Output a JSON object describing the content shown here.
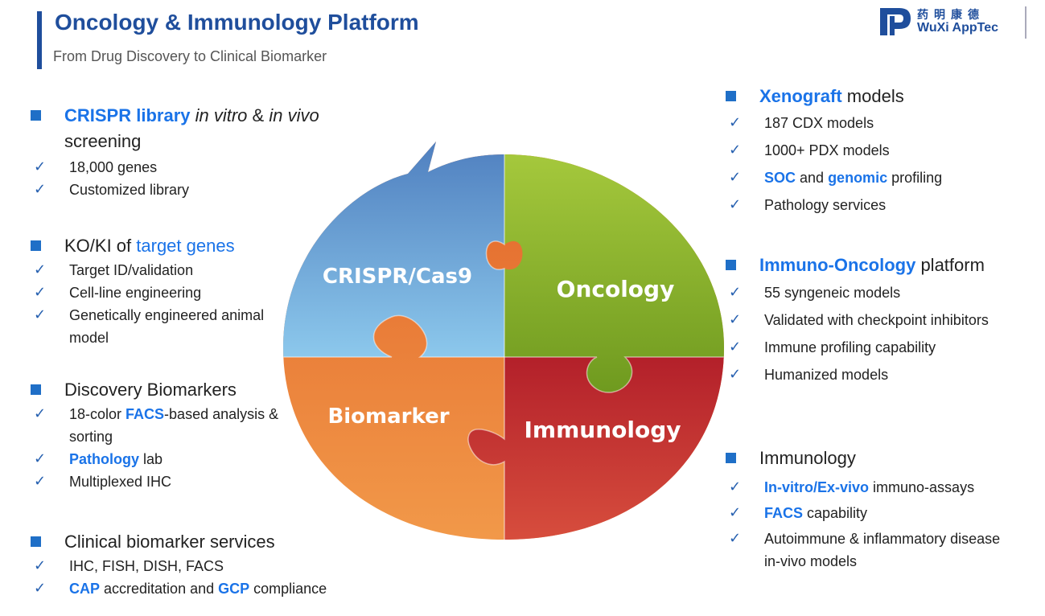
{
  "header": {
    "title": "Oncology & Immunology Platform",
    "subtitle": "From Drug Discovery to Clinical Biomarker",
    "logo_cn": "药明康德",
    "logo_en": "WuXi AppTec"
  },
  "puzzle": {
    "tl": "CRISPR/Cas9",
    "tr": "Oncology",
    "bl": "Biomarker",
    "br": "Immunology",
    "colors": {
      "tl": "#5b9bd5",
      "tr": "#9bbb3b",
      "bl": "#e07a2e",
      "br": "#c0392b"
    }
  },
  "left": {
    "b1": {
      "hl": "CRISPR library",
      "it1": "in vitro",
      "mid": " & ",
      "it2": "in vivo",
      "rest": " screening",
      "items": [
        "18,000 genes",
        "Customized library"
      ]
    },
    "b2": {
      "pre": "KO/KI of ",
      "hl": "target genes",
      "items": [
        "Target ID/validation",
        "Cell-line engineering",
        "Genetically engineered animal model"
      ]
    },
    "b3": {
      "title": "Discovery Biomarkers",
      "i1_pre": "18-color ",
      "i1_hl": "FACS",
      "i1_post": "-based analysis & sorting",
      "i2_hl": "Pathology",
      "i2_post": " lab",
      "i3": "Multiplexed IHC"
    },
    "b4": {
      "title": "Clinical biomarker services",
      "i1": "IHC, FISH, DISH, FACS",
      "i2_hl1": "CAP",
      "i2_mid": " accreditation and ",
      "i2_hl2": "GCP",
      "i2_post": " compliance"
    }
  },
  "right": {
    "b1": {
      "hl": "Xenograft",
      "rest": " models",
      "i1": "187 CDX models",
      "i2": "1000+ PDX models",
      "i3_hl1": "SOC",
      "i3_mid": " and ",
      "i3_hl2": "genomic",
      "i3_post": " profiling",
      "i4": "Pathology services"
    },
    "b2": {
      "hl": "Immuno-Oncology",
      "rest": " platform",
      "items": [
        "55 syngeneic models",
        "Validated with checkpoint inhibitors",
        "Immune profiling capability",
        "Humanized models"
      ]
    },
    "b3": {
      "title": "Immunology",
      "i1_hl": "In-vitro/Ex-vivo",
      "i1_post": " immuno-assays",
      "i2_hl": "FACS",
      "i2_post": " capability",
      "i3": "Autoimmune & inflammatory disease in-vivo models"
    }
  },
  "check": "✓"
}
